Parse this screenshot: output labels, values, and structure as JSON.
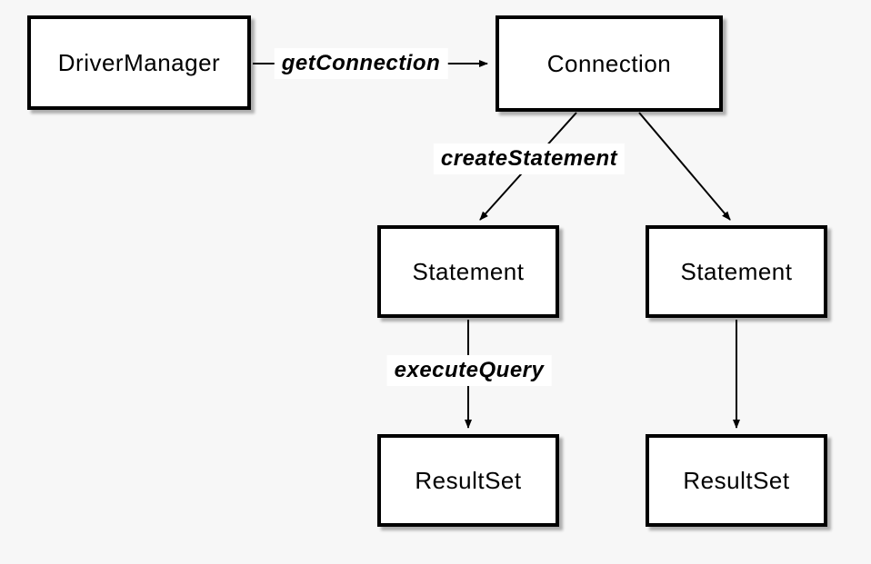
{
  "nodes": {
    "driver_manager": {
      "label": "DriverManager"
    },
    "connection": {
      "label": "Connection"
    },
    "statement_left": {
      "label": "Statement"
    },
    "statement_right": {
      "label": "Statement"
    },
    "resultset_left": {
      "label": "ResultSet"
    },
    "resultset_right": {
      "label": "ResultSet"
    }
  },
  "edges": {
    "get_connection": {
      "label": "getConnection"
    },
    "create_statement": {
      "label": "createStatement"
    },
    "execute_query": {
      "label": "executeQuery"
    }
  },
  "colors": {
    "background": "#f7f7f7",
    "box_fill": "#ffffff",
    "box_border": "#000000",
    "text": "#000000"
  }
}
